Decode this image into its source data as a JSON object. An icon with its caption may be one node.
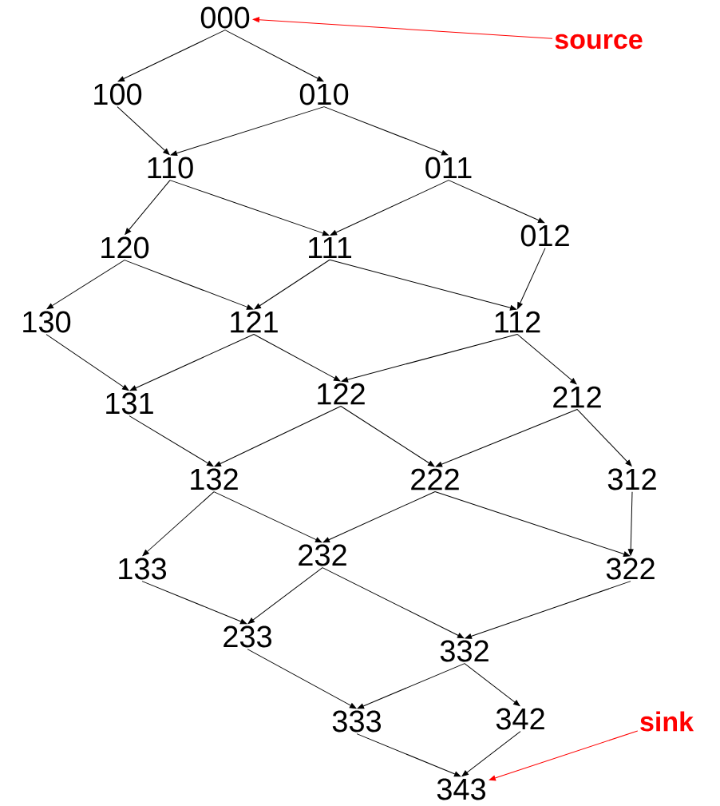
{
  "diagram": {
    "nodes": [
      {
        "text": [
          "000"
        ]
      },
      {
        "text": [
          "100"
        ]
      },
      {
        "text": [
          "010"
        ]
      },
      {
        "text": [
          "110"
        ]
      },
      {
        "text": [
          "011"
        ]
      },
      {
        "text": [
          "120"
        ]
      },
      {
        "text": [
          "111"
        ]
      },
      {
        "text": [
          "012"
        ]
      },
      {
        "text": [
          "130"
        ]
      },
      {
        "text": [
          "121"
        ]
      },
      {
        "text": [
          "112"
        ]
      },
      {
        "text": [
          "131"
        ]
      },
      {
        "text": [
          "122"
        ]
      },
      {
        "text": [
          "212"
        ]
      },
      {
        "text": [
          "132"
        ]
      },
      {
        "text": [
          "222"
        ]
      },
      {
        "text": [
          "312"
        ]
      },
      {
        "text": [
          "133"
        ]
      },
      {
        "text": [
          "232"
        ]
      },
      {
        "text": [
          "322"
        ]
      },
      {
        "text": [
          "233"
        ]
      },
      {
        "text": [
          "332"
        ]
      },
      {
        "text": [
          "333"
        ]
      },
      {
        "text": [
          "342"
        ]
      },
      {
        "text": [
          "343"
        ]
      },
      {
        "text": [
          "source"
        ]
      },
      {
        "text": [
          "sink"
        ]
      }
    ],
    "edges": [
      {
        "from": 0,
        "to": 1,
        "arrow": "to"
      },
      {
        "from": 0,
        "to": 2,
        "arrow": "to"
      },
      {
        "from": 1,
        "to": 3,
        "arrow": "to"
      },
      {
        "from": 2,
        "to": 3,
        "arrow": "to"
      },
      {
        "from": 2,
        "to": 4,
        "arrow": "to"
      },
      {
        "from": 3,
        "to": 5,
        "arrow": "to"
      },
      {
        "from": 3,
        "to": 6,
        "arrow": "to"
      },
      {
        "from": 4,
        "to": 6,
        "arrow": "to"
      },
      {
        "from": 4,
        "to": 7,
        "arrow": "to"
      },
      {
        "from": 5,
        "to": 8,
        "arrow": "to"
      },
      {
        "from": 5,
        "to": 9,
        "arrow": "to"
      },
      {
        "from": 6,
        "to": 9,
        "arrow": "to"
      },
      {
        "from": 6,
        "to": 10,
        "arrow": "to"
      },
      {
        "from": 7,
        "to": 10,
        "arrow": "to"
      },
      {
        "from": 8,
        "to": 11,
        "arrow": "to"
      },
      {
        "from": 9,
        "to": 11,
        "arrow": "to"
      },
      {
        "from": 9,
        "to": 12,
        "arrow": "to"
      },
      {
        "from": 10,
        "to": 12,
        "arrow": "to"
      },
      {
        "from": 10,
        "to": 13,
        "arrow": "to"
      },
      {
        "from": 11,
        "to": 14,
        "arrow": "to"
      },
      {
        "from": 12,
        "to": 14,
        "arrow": "to"
      },
      {
        "from": 12,
        "to": 15,
        "arrow": "to"
      },
      {
        "from": 13,
        "to": 15,
        "arrow": "to"
      },
      {
        "from": 13,
        "to": 16,
        "arrow": "to"
      },
      {
        "from": 14,
        "to": 17,
        "arrow": "to"
      },
      {
        "from": 14,
        "to": 18,
        "arrow": "to"
      },
      {
        "from": 15,
        "to": 18,
        "arrow": "to"
      },
      {
        "from": 15,
        "to": 19,
        "arrow": "to"
      },
      {
        "from": 16,
        "to": 19,
        "arrow": "to"
      },
      {
        "from": 17,
        "to": 20,
        "arrow": "to"
      },
      {
        "from": 18,
        "to": 20,
        "arrow": "to"
      },
      {
        "from": 18,
        "to": 21,
        "arrow": "to"
      },
      {
        "from": 19,
        "to": 21,
        "arrow": "to"
      },
      {
        "from": 20,
        "to": 22,
        "arrow": "to"
      },
      {
        "from": 21,
        "to": 22,
        "arrow": "to"
      },
      {
        "from": 21,
        "to": 23,
        "arrow": "to"
      },
      {
        "from": 22,
        "to": 24,
        "arrow": "to"
      },
      {
        "from": 23,
        "to": 24,
        "arrow": "to"
      },
      {
        "from": 25,
        "to": 0,
        "arrow": "to",
        "color": "#ff0000"
      },
      {
        "from": 26,
        "to": 24,
        "arrow": "to",
        "color": "#ff0000"
      }
    ]
  }
}
